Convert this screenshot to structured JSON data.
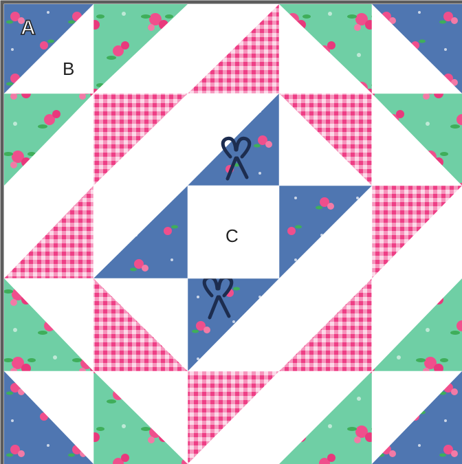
{
  "labels": {
    "a": "A",
    "b": "B",
    "c": "C"
  },
  "colors": {
    "background": "#ffffff",
    "border": "#5c5c5c",
    "blue_floral": "#4f76b1",
    "green_floral": "#6fcfa5",
    "pink_gingham": "#ee3f86",
    "white": "#ffffff",
    "rose": "#ef4f8c",
    "leaf": "#3fae5a",
    "navy_bow": "#1d2d4f"
  },
  "fabrics": [
    "blue-floral",
    "green-floral",
    "pink-gingham",
    "white"
  ]
}
